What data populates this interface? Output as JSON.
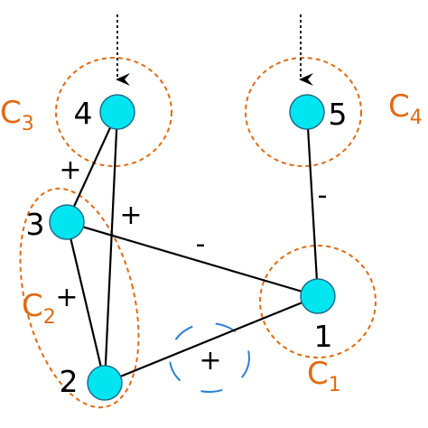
{
  "colors": {
    "node_fill": "#00e5f0",
    "node_stroke": "#1f6f8b",
    "edge": "#000000",
    "cluster": "#e06a12",
    "cluster_label": "#e06a12",
    "highlight": "#2a7fd4",
    "arrow": "#000000"
  },
  "nodes": {
    "n1": "1",
    "n2": "2",
    "n3": "3",
    "n4": "4",
    "n5": "5"
  },
  "edge_signs": {
    "e43": "+",
    "e42": "+",
    "e31": "-",
    "e32": "+",
    "e51": "-",
    "e21": "+"
  },
  "clusters": {
    "c1": {
      "letter": "C",
      "sub": "1"
    },
    "c2": {
      "letter": "C",
      "sub": "2"
    },
    "c3": {
      "letter": "C",
      "sub": "3"
    },
    "c4": {
      "letter": "C",
      "sub": "4"
    }
  },
  "icons": {
    "input_arrow": "dotted-down-arrow"
  }
}
